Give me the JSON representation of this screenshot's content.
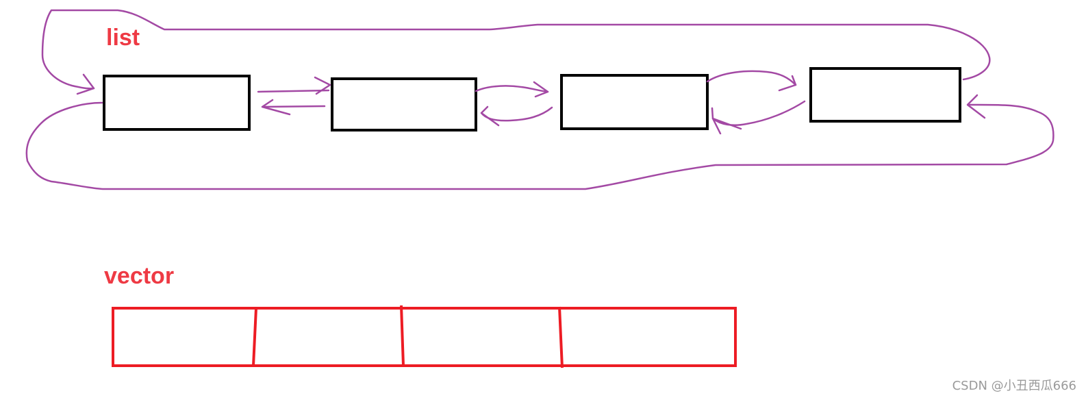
{
  "labels": {
    "list": "list",
    "vector": "vector"
  },
  "list_diagram": {
    "node_count": 4,
    "structure": "circular doubly linked",
    "node_border_color": "#000000",
    "link_color": "#a349a4"
  },
  "vector_diagram": {
    "cell_count": 4,
    "structure": "contiguous array",
    "border_color": "#ed1c24"
  },
  "colors": {
    "label": "#ee3a44",
    "background": "#ffffff",
    "watermark": "#9a9a9a"
  },
  "watermark": "CSDN @小丑西瓜666"
}
